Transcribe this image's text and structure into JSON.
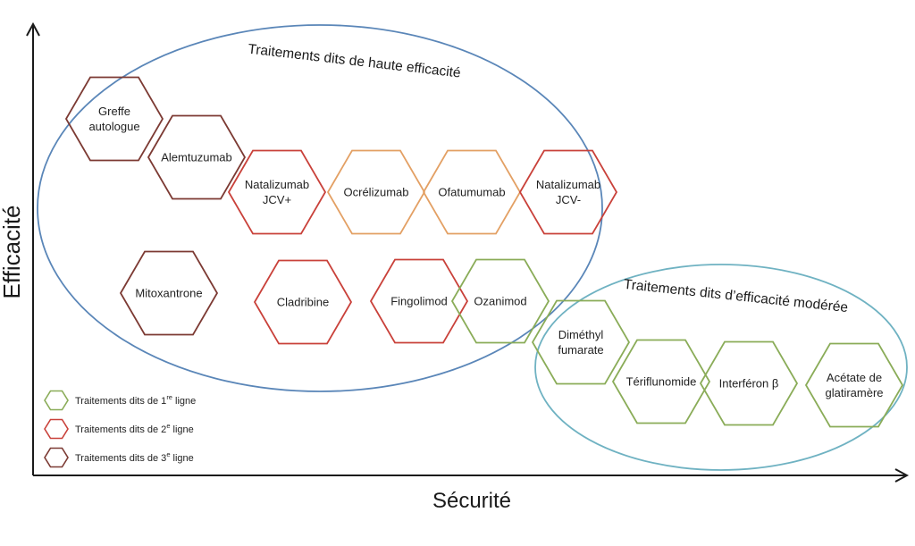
{
  "axes": {
    "y_label": "Efficacité",
    "x_label": "Sécurité"
  },
  "groups": {
    "high": "Traitements dits de haute efficacité",
    "moderate": "Traitements dits d’efficacité modérée"
  },
  "colors": {
    "line1": "#8aac58",
    "line2": "#c9413a",
    "line3": "#7c3a33",
    "orange": "#e3a064",
    "ellipse_high": "#5a86b8",
    "ellipse_moderate": "#6fb2c2",
    "axis": "#1a1a1a"
  },
  "treatments": [
    {
      "id": "greffe",
      "lines": [
        "Greffe",
        "autologue"
      ],
      "line": 3
    },
    {
      "id": "alemtuzumab",
      "lines": [
        "Alemtuzumab"
      ],
      "line": 3
    },
    {
      "id": "natalizumab-jcv-plus",
      "lines": [
        "Natalizumab",
        "JCV+"
      ],
      "line": 2
    },
    {
      "id": "ocrelizumab",
      "lines": [
        "Ocrélizumab"
      ],
      "line": 2
    },
    {
      "id": "ofatumumab",
      "lines": [
        "Ofatumumab"
      ],
      "line": 2
    },
    {
      "id": "natalizumab-jcv-minus",
      "lines": [
        "Natalizumab",
        "JCV-"
      ],
      "line": 2
    },
    {
      "id": "mitoxantrone",
      "lines": [
        "Mitoxantrone"
      ],
      "line": 3
    },
    {
      "id": "cladribine",
      "lines": [
        "Cladribine"
      ],
      "line": 2
    },
    {
      "id": "fingolimod",
      "lines": [
        "Fingolimod"
      ],
      "line": 2
    },
    {
      "id": "ozanimod",
      "lines": [
        "Ozanimod"
      ],
      "line": 1
    },
    {
      "id": "dimethyl-fumarate",
      "lines": [
        "Diméthyl",
        "fumarate"
      ],
      "line": 1
    },
    {
      "id": "teriflunomide",
      "lines": [
        "Tériflunomide"
      ],
      "line": 1
    },
    {
      "id": "interferon",
      "lines": [
        "Interféron β"
      ],
      "line": 1
    },
    {
      "id": "glatiramer",
      "lines": [
        "Acétate de",
        "glatiramère"
      ],
      "line": 1
    }
  ],
  "legend": [
    {
      "prefix": "Traitements dits de 1",
      "sup": "re",
      "suffix": " ligne",
      "line": 1
    },
    {
      "prefix": "Traitements dits de 2",
      "sup": "e",
      "suffix": " ligne",
      "line": 2
    },
    {
      "prefix": "Traitements dits de 3",
      "sup": "e",
      "suffix": " ligne",
      "line": 3
    }
  ]
}
